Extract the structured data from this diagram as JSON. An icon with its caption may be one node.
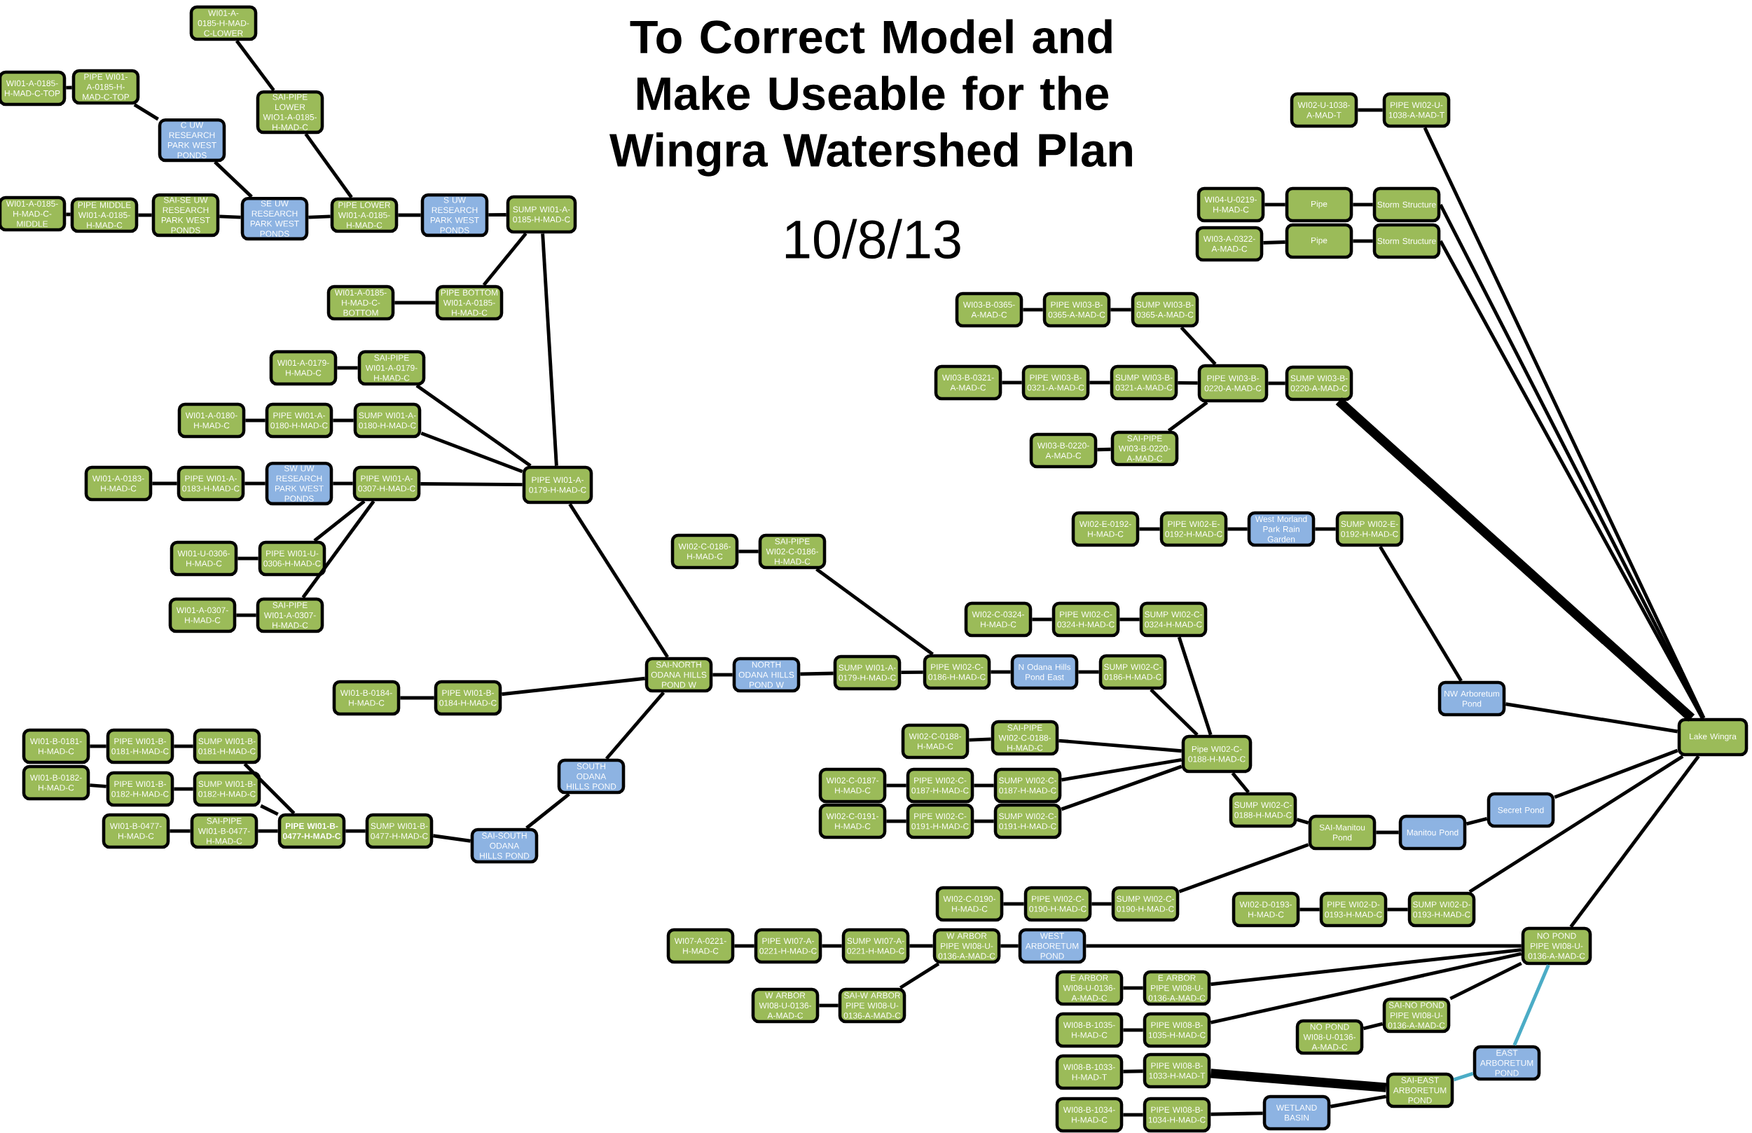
{
  "diagram": {
    "title": "To Correct Model and Make Useable for the Wingra Watershed Plan",
    "nodes": [
      {
        "text": [
          "WI01-A-0185-H-MAD-C-LOWER"
        ]
      },
      {
        "text": [
          "WI01-A-0185-H-MAD-C-TOP"
        ]
      },
      {
        "text": [
          "PIPE WI01-A-0185-H-MAD-C-TOP"
        ]
      },
      {
        "text": [
          "SAI-PIPE LOWER WIO1-A-0185-H-MAD-C"
        ]
      },
      {
        "text": [
          "C UW RESEARCH PARK WEST PONDS"
        ]
      },
      {
        "text": [
          "WI01-A-0185-H-MAD-C-MIDDLE"
        ]
      },
      {
        "text": [
          "PIPE MIDDLE WI01-A-0185-H-MAD-C"
        ]
      },
      {
        "text": [
          "SAI-SE UW RESEARCH PARK WEST PONDS"
        ]
      },
      {
        "text": [
          "SE UW RESEARCH PARK WEST PONDS"
        ]
      },
      {
        "text": [
          "PIPE LOWER WI01-A-0185-H-MAD-C"
        ]
      },
      {
        "text": [
          "S UW RESEARCH PARK WEST PONDS"
        ]
      },
      {
        "text": [
          "SUMP WI01-A-0185-H-MAD-C"
        ]
      },
      {
        "text": [
          "WI01-A-0185-H-MAD-C-BOTTOM"
        ]
      },
      {
        "text": [
          "PIPE BOTTOM WI01-A-0185-H-MAD-C"
        ]
      },
      {
        "text": [
          "WI01-A-0179-H-MAD-C"
        ]
      },
      {
        "text": [
          "SAI-PIPE WI01-A-0179-H-MAD-C"
        ]
      },
      {
        "text": [
          "WI01-A-0180-H-MAD-C"
        ]
      },
      {
        "text": [
          "PIPE WI01-A-0180-H-MAD-C"
        ]
      },
      {
        "text": [
          "SUMP WI01-A-0180-H-MAD-C"
        ]
      },
      {
        "text": [
          "WI01-A-0183-H-MAD-C"
        ]
      },
      {
        "text": [
          "PIPE WI01-A-0183-H-MAD-C"
        ]
      },
      {
        "text": [
          "SW UW RESEARCH PARK WEST PONDS"
        ]
      },
      {
        "text": [
          "PIPE WI01-A-0307-H-MAD-C"
        ]
      },
      {
        "text": [
          "PIPE WI01-A-0179-H-MAD-C"
        ]
      },
      {
        "text": [
          "WI01-U-0306-H-MAD-C"
        ]
      },
      {
        "text": [
          "PIPE WI01-U-0306-H-MAD-C"
        ]
      },
      {
        "text": [
          "WI01-A-0307-H-MAD-C"
        ]
      },
      {
        "text": [
          "SAI-PIPE WI01-A-0307-H-MAD-C"
        ]
      },
      {
        "text": [
          "WI01-B-0184-H-MAD-C"
        ]
      },
      {
        "text": [
          "PIPE WI01-B-0184-H-MAD-C"
        ]
      },
      {
        "text": [
          "WI01-B-0181-H-MAD-C"
        ]
      },
      {
        "text": [
          "PIPE WI01-B-0181-H-MAD-C"
        ]
      },
      {
        "text": [
          "SUMP WI01-B-0181-H-MAD-C"
        ]
      },
      {
        "text": [
          "WI01-B-0182-H-MAD-C"
        ]
      },
      {
        "text": [
          "PIPE WI01-B-0182-H-MAD-C"
        ]
      },
      {
        "text": [
          "SUMP WI01-B-0182-H-MAD-C"
        ]
      },
      {
        "text": [
          "WI01-B-0477-H-MAD-C"
        ]
      },
      {
        "text": [
          "SAI-PIPE WI01-B-0477-H-MAD-C"
        ]
      },
      {
        "text": [
          "PIPE WI01-B-0477-H-MAD-C"
        ]
      },
      {
        "text": [
          "SUMP WI01-B-0477-H-MAD-C"
        ]
      },
      {
        "text": [
          "SAI-SOUTH ODANA HILLS POND"
        ]
      },
      {
        "text": [
          "SOUTH ODANA HILLS POND"
        ]
      },
      {
        "text": [
          "SAI-NORTH ODANA HILLS POND W"
        ]
      },
      {
        "text": [
          "NORTH ODANA HILLS POND W"
        ]
      },
      {
        "text": [
          "SUMP WI01-A-0179-H-MAD-C"
        ]
      },
      {
        "text": [
          "WI02-C-0186-H-MAD-C"
        ]
      },
      {
        "text": [
          "SAI-PIPE WI02-C-0186-H-MAD-C"
        ]
      },
      {
        "text": [
          "PIPE WI02-C-0186-H-MAD-C"
        ]
      },
      {
        "text": [
          "N Odana Hills Pond East"
        ]
      },
      {
        "text": [
          "SUMP WI02-C-0186-H-MAD-C"
        ]
      },
      {
        "text": [
          "WI02-C-0324-H-MAD-C"
        ]
      },
      {
        "text": [
          "PIPE WI02-C-0324-H-MAD-C"
        ]
      },
      {
        "text": [
          "SUMP WI02-C-0324-H-MAD-C"
        ]
      },
      {
        "text": [
          "WI02-C-0188-H-MAD-C"
        ]
      },
      {
        "text": [
          "SAI-PIPE WI02-C-0188-H-MAD-C"
        ]
      },
      {
        "text": [
          "Pipe WI02-C-0188-H-MAD-C"
        ]
      },
      {
        "text": [
          "WI02-C-0187-H-MAD-C"
        ]
      },
      {
        "text": [
          "PIPE WI02-C-0187-H-MAD-C"
        ]
      },
      {
        "text": [
          "SUMP WI02-C-0187-H-MAD-C"
        ]
      },
      {
        "text": [
          "WI02-C-0191-H-MAD-C"
        ]
      },
      {
        "text": [
          "PIPE WI02-C-0191-H-MAD-C"
        ]
      },
      {
        "text": [
          "SUMP WI02-C-0191-H-MAD-C"
        ]
      },
      {
        "text": [
          "SUMP WI02-C-0188-H-MAD-C"
        ]
      },
      {
        "text": [
          "SAI-Manitou Pond"
        ]
      },
      {
        "text": [
          "Manitou Pond"
        ]
      },
      {
        "text": [
          "Secret Pond"
        ]
      },
      {
        "text": [
          "Lake Wingra"
        ]
      },
      {
        "text": [
          "NW Arboretum Pond"
        ]
      },
      {
        "text": [
          "WI02-C-0190-H-MAD-C"
        ]
      },
      {
        "text": [
          "PIPE WI02-C-0190-H-MAD-C"
        ]
      },
      {
        "text": [
          "SUMP WI02-C-0190-H-MAD-C"
        ]
      },
      {
        "text": [
          "WI02-D-0193-H-MAD-C"
        ]
      },
      {
        "text": [
          "PIPE WI02-D-0193-H-MAD-C"
        ]
      },
      {
        "text": [
          "SUMP WI02-D-0193-H-MAD-C"
        ]
      },
      {
        "text": [
          "WI07-A-0221-H-MAD-C"
        ]
      },
      {
        "text": [
          "PIPE WI07-A-0221-H-MAD-C"
        ]
      },
      {
        "text": [
          "SUMP WI07-A-0221-H-MAD-C"
        ]
      },
      {
        "text": [
          "W ARBOR PIPE WI08-U-0136-A-MAD-C"
        ]
      },
      {
        "text": [
          "WEST ARBORETUM POND"
        ]
      },
      {
        "text": [
          "NO POND PIPE WI08-U-0136-A-MAD-C"
        ]
      },
      {
        "text": [
          "W ARBOR WI08-U-0136-A-MAD-C"
        ]
      },
      {
        "text": [
          "SAI-W ARBOR PIPE WI08-U-0136-A-MAD-C"
        ]
      },
      {
        "text": [
          "E ARBOR WI08-U-0136-A-MAD-C"
        ]
      },
      {
        "text": [
          "E ARBOR PIPE WI08-U-0136-A-MAD-C"
        ]
      },
      {
        "text": [
          "WI08-B-1035-H-MAD-C"
        ]
      },
      {
        "text": [
          "PIPE WI08-B-1035-H-MAD-C"
        ]
      },
      {
        "text": [
          "NO POND WI08-U-0136-A-MAD-C"
        ]
      },
      {
        "text": [
          "SAI-NO POND PIPE WI08-U-0136-A-MAD-C"
        ]
      },
      {
        "text": [
          "WI08-B-1033-H-MAD-T"
        ]
      },
      {
        "text": [
          "PIPE WI08-B-1033-H-MAD-T"
        ]
      },
      {
        "text": [
          "EAST ARBORETUM POND"
        ]
      },
      {
        "text": [
          "SAI-EAST ARBORETUM POND"
        ]
      },
      {
        "text": [
          "WI08-B-1034-H-MAD-C"
        ]
      },
      {
        "text": [
          "PIPE WI08-B-1034-H-MAD-C"
        ]
      },
      {
        "text": [
          "WETLAND BASIN"
        ]
      },
      {
        "text": [
          "WI02-U-1038-A-MAD-T"
        ]
      },
      {
        "text": [
          "PIPE WI02-U-1038-A-MAD-T"
        ]
      },
      {
        "text": [
          "WI04-U-0219-H-MAD-C"
        ]
      },
      {
        "text": [
          "Pipe"
        ]
      },
      {
        "text": [
          "Storm Structure"
        ]
      },
      {
        "text": [
          "WI03-A-0322-A-MAD-C"
        ]
      },
      {
        "text": [
          "Pipe"
        ]
      },
      {
        "text": [
          "Storm Structure"
        ]
      },
      {
        "text": [
          "WI03-B-0365-A-MAD-C"
        ]
      },
      {
        "text": [
          "PIPE WI03-B-0365-A-MAD-C"
        ]
      },
      {
        "text": [
          "SUMP WI03-B-0365-A-MAD-C"
        ]
      },
      {
        "text": [
          "WI03-B-0321-A-MAD-C"
        ]
      },
      {
        "text": [
          "PIPE WI03-B-0321-A-MAD-C"
        ]
      },
      {
        "text": [
          "SUMP WI03-B-0321-A-MAD-C"
        ]
      },
      {
        "text": [
          "PIPE WI03-B-0220-A-MAD-C"
        ]
      },
      {
        "text": [
          "SUMP WI03-B-0220-A-MAD-C"
        ]
      },
      {
        "text": [
          "WI03-B-0220-A-MAD-C"
        ]
      },
      {
        "text": [
          "SAI-PIPE WI03-B-0220-A-MAD-C"
        ]
      },
      {
        "text": [
          "WI02-E-0192-H-MAD-C"
        ]
      },
      {
        "text": [
          "PIPE WI02-E-0192-H-MAD-C"
        ]
      },
      {
        "text": [
          "West Morland Park Rain Garden"
        ]
      },
      {
        "text": [
          "SUMP WI02-E-0192-H-MAD-C"
        ]
      }
    ],
    "edges": [
      {
        "from": 0,
        "to": 3,
        "arrow": "none"
      },
      {
        "from": 1,
        "to": 2,
        "arrow": "none"
      },
      {
        "from": 2,
        "to": 4,
        "arrow": "none"
      },
      {
        "from": 4,
        "to": 8,
        "arrow": "none"
      },
      {
        "from": 5,
        "to": 6,
        "arrow": "none"
      },
      {
        "from": 6,
        "to": 7,
        "arrow": "none"
      },
      {
        "from": 7,
        "to": 8,
        "arrow": "none"
      },
      {
        "from": 8,
        "to": 9,
        "arrow": "none"
      },
      {
        "from": 3,
        "to": 9,
        "arrow": "none"
      },
      {
        "from": 9,
        "to": 10,
        "arrow": "none"
      },
      {
        "from": 10,
        "to": 11,
        "arrow": "none"
      },
      {
        "from": 12,
        "to": 13,
        "arrow": "none"
      },
      {
        "from": 13,
        "to": 11,
        "arrow": "none"
      },
      {
        "from": 11,
        "to": 23,
        "arrow": "none"
      },
      {
        "from": 14,
        "to": 15,
        "arrow": "none"
      },
      {
        "from": 15,
        "to": 23,
        "arrow": "none"
      },
      {
        "from": 16,
        "to": 17,
        "arrow": "none"
      },
      {
        "from": 17,
        "to": 18,
        "arrow": "none"
      },
      {
        "from": 18,
        "to": 23,
        "arrow": "none"
      },
      {
        "from": 19,
        "to": 20,
        "arrow": "none"
      },
      {
        "from": 20,
        "to": 21,
        "arrow": "none"
      },
      {
        "from": 21,
        "to": 22,
        "arrow": "none"
      },
      {
        "from": 22,
        "to": 23,
        "arrow": "none"
      },
      {
        "from": 24,
        "to": 25,
        "arrow": "none"
      },
      {
        "from": 25,
        "to": 22,
        "arrow": "none"
      },
      {
        "from": 26,
        "to": 27,
        "arrow": "none"
      },
      {
        "from": 27,
        "to": 22,
        "arrow": "none"
      },
      {
        "from": 23,
        "to": 42,
        "arrow": "none"
      },
      {
        "from": 28,
        "to": 29,
        "arrow": "none"
      },
      {
        "from": 29,
        "to": 42,
        "arrow": "none"
      },
      {
        "from": 30,
        "to": 31,
        "arrow": "none"
      },
      {
        "from": 31,
        "to": 32,
        "arrow": "none"
      },
      {
        "from": 32,
        "to": 38,
        "arrow": "none"
      },
      {
        "from": 33,
        "to": 34,
        "arrow": "none"
      },
      {
        "from": 34,
        "to": 35,
        "arrow": "none"
      },
      {
        "from": 35,
        "to": 38,
        "arrow": "none"
      },
      {
        "from": 36,
        "to": 37,
        "arrow": "none"
      },
      {
        "from": 37,
        "to": 38,
        "arrow": "none"
      },
      {
        "from": 38,
        "to": 39,
        "arrow": "none"
      },
      {
        "from": 39,
        "to": 40,
        "arrow": "none"
      },
      {
        "from": 40,
        "to": 41,
        "arrow": "none"
      },
      {
        "from": 41,
        "to": 42,
        "arrow": "none"
      },
      {
        "from": 42,
        "to": 43,
        "arrow": "none"
      },
      {
        "from": 43,
        "to": 44,
        "arrow": "none"
      },
      {
        "from": 44,
        "to": 47,
        "arrow": "none"
      },
      {
        "from": 45,
        "to": 46,
        "arrow": "none"
      },
      {
        "from": 46,
        "to": 47,
        "arrow": "none"
      },
      {
        "from": 47,
        "to": 48,
        "arrow": "none"
      },
      {
        "from": 48,
        "to": 49,
        "arrow": "none"
      },
      {
        "from": 49,
        "to": 55,
        "arrow": "none"
      },
      {
        "from": 50,
        "to": 51,
        "arrow": "none"
      },
      {
        "from": 51,
        "to": 52,
        "arrow": "none"
      },
      {
        "from": 52,
        "to": 55,
        "arrow": "none"
      },
      {
        "from": 53,
        "to": 54,
        "arrow": "none"
      },
      {
        "from": 54,
        "to": 55,
        "arrow": "none"
      },
      {
        "from": 56,
        "to": 57,
        "arrow": "none"
      },
      {
        "from": 57,
        "to": 58,
        "arrow": "none"
      },
      {
        "from": 58,
        "to": 55,
        "arrow": "none"
      },
      {
        "from": 59,
        "to": 60,
        "arrow": "none"
      },
      {
        "from": 60,
        "to": 61,
        "arrow": "none"
      },
      {
        "from": 61,
        "to": 55,
        "arrow": "none"
      },
      {
        "from": 55,
        "to": 62,
        "arrow": "none"
      },
      {
        "from": 62,
        "to": 63,
        "arrow": "none"
      },
      {
        "from": 63,
        "to": 64,
        "arrow": "none"
      },
      {
        "from": 64,
        "to": 65,
        "arrow": "none"
      },
      {
        "from": 65,
        "to": 66,
        "arrow": "none"
      },
      {
        "from": 67,
        "to": 66,
        "arrow": "none"
      },
      {
        "from": 68,
        "to": 69,
        "arrow": "none"
      },
      {
        "from": 69,
        "to": 70,
        "arrow": "none"
      },
      {
        "from": 70,
        "to": 63,
        "arrow": "none"
      },
      {
        "from": 71,
        "to": 72,
        "arrow": "none"
      },
      {
        "from": 72,
        "to": 73,
        "arrow": "none"
      },
      {
        "from": 73,
        "to": 66,
        "arrow": "none"
      },
      {
        "from": 74,
        "to": 75,
        "arrow": "none"
      },
      {
        "from": 75,
        "to": 76,
        "arrow": "none"
      },
      {
        "from": 76,
        "to": 77,
        "arrow": "none"
      },
      {
        "from": 80,
        "to": 81,
        "arrow": "none"
      },
      {
        "from": 81,
        "to": 77,
        "arrow": "none"
      },
      {
        "from": 77,
        "to": 78,
        "arrow": "none"
      },
      {
        "from": 78,
        "to": 79,
        "arrow": "none"
      },
      {
        "from": 79,
        "to": 66,
        "arrow": "none"
      },
      {
        "from": 82,
        "to": 83,
        "arrow": "none"
      },
      {
        "from": 83,
        "to": 79,
        "arrow": "none"
      },
      {
        "from": 84,
        "to": 85,
        "arrow": "none"
      },
      {
        "from": 85,
        "to": 79,
        "arrow": "none"
      },
      {
        "from": 86,
        "to": 87,
        "arrow": "none"
      },
      {
        "from": 87,
        "to": 79,
        "arrow": "none"
      },
      {
        "from": 88,
        "to": 89,
        "arrow": "none"
      },
      {
        "from": 89,
        "to": 91,
        "arrow": "none",
        "style": "thick"
      },
      {
        "from": 92,
        "to": 93,
        "arrow": "none"
      },
      {
        "from": 93,
        "to": 94,
        "arrow": "none"
      },
      {
        "from": 94,
        "to": 91,
        "arrow": "none"
      },
      {
        "from": 91,
        "to": 90,
        "arrow": "none",
        "color": "#4bacc6"
      },
      {
        "from": 90,
        "to": 79,
        "arrow": "none",
        "color": "#4bacc6"
      },
      {
        "from": 95,
        "to": 96,
        "arrow": "none"
      },
      {
        "from": 96,
        "to": 66,
        "arrow": "none"
      },
      {
        "from": 97,
        "to": 98,
        "arrow": "none"
      },
      {
        "from": 98,
        "to": 99,
        "arrow": "none"
      },
      {
        "from": 99,
        "to": 66,
        "arrow": "none"
      },
      {
        "from": 100,
        "to": 101,
        "arrow": "none"
      },
      {
        "from": 101,
        "to": 102,
        "arrow": "none"
      },
      {
        "from": 102,
        "to": 66,
        "arrow": "none"
      },
      {
        "from": 103,
        "to": 104,
        "arrow": "none"
      },
      {
        "from": 104,
        "to": 105,
        "arrow": "none"
      },
      {
        "from": 105,
        "to": 109,
        "arrow": "none"
      },
      {
        "from": 106,
        "to": 107,
        "arrow": "none"
      },
      {
        "from": 107,
        "to": 108,
        "arrow": "none"
      },
      {
        "from": 108,
        "to": 109,
        "arrow": "none"
      },
      {
        "from": 111,
        "to": 112,
        "arrow": "none"
      },
      {
        "from": 112,
        "to": 109,
        "arrow": "none"
      },
      {
        "from": 109,
        "to": 110,
        "arrow": "none"
      },
      {
        "from": 110,
        "to": 66,
        "arrow": "none",
        "style": "thick"
      },
      {
        "from": 113,
        "to": 114,
        "arrow": "none"
      },
      {
        "from": 114,
        "to": 115,
        "arrow": "none"
      },
      {
        "from": 115,
        "to": 116,
        "arrow": "none"
      },
      {
        "from": 116,
        "to": 67,
        "arrow": "none"
      }
    ],
    "labels": [
      "10/8/13"
    ]
  }
}
